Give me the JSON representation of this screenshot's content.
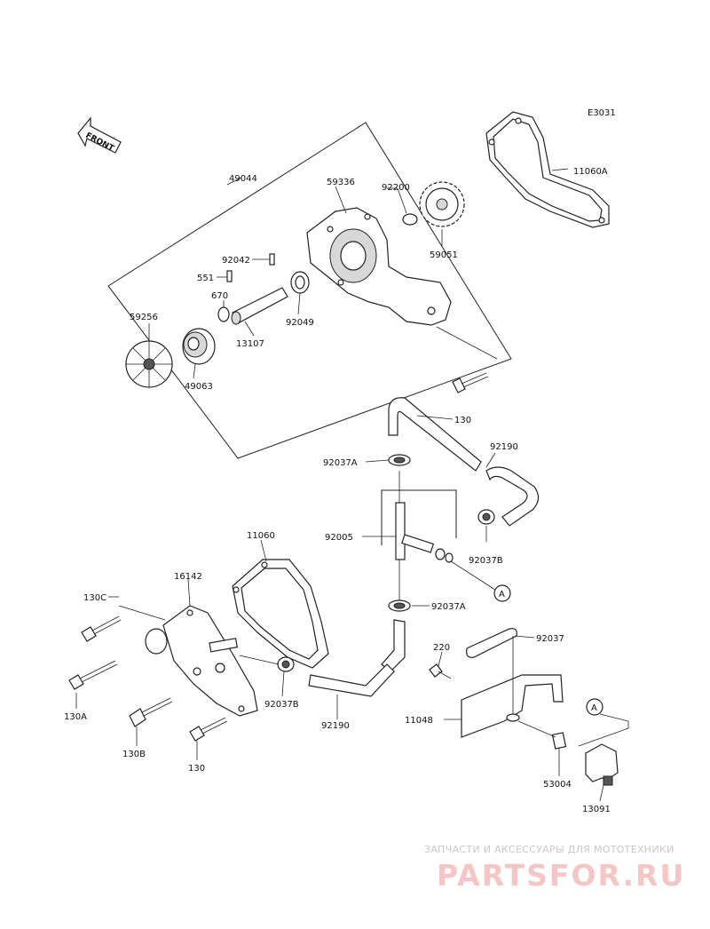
{
  "diagram_code": "E3031",
  "front_label": "FRONT",
  "labels": [
    {
      "id": "49044",
      "text": "49044"
    },
    {
      "id": "59336",
      "text": "59336"
    },
    {
      "id": "92200",
      "text": "92200"
    },
    {
      "id": "59051",
      "text": "59051"
    },
    {
      "id": "11060A",
      "text": "11060A"
    },
    {
      "id": "92042",
      "text": "92042"
    },
    {
      "id": "551",
      "text": "551"
    },
    {
      "id": "670",
      "text": "670"
    },
    {
      "id": "92049",
      "text": "92049"
    },
    {
      "id": "13107",
      "text": "13107"
    },
    {
      "id": "59256",
      "text": "59256"
    },
    {
      "id": "49063",
      "text": "49063"
    },
    {
      "id": "130_top",
      "text": "130"
    },
    {
      "id": "92037A_top",
      "text": "92037A"
    },
    {
      "id": "92190_top",
      "text": "92190"
    },
    {
      "id": "92005",
      "text": "92005"
    },
    {
      "id": "92037B_right",
      "text": "92037B"
    },
    {
      "id": "92037A_bottom",
      "text": "92037A"
    },
    {
      "id": "11060",
      "text": "11060"
    },
    {
      "id": "16142",
      "text": "16142"
    },
    {
      "id": "130C",
      "text": "130C"
    },
    {
      "id": "130A",
      "text": "130A"
    },
    {
      "id": "130B",
      "text": "130B"
    },
    {
      "id": "130_bottom",
      "text": "130"
    },
    {
      "id": "92037B_left",
      "text": "92037B"
    },
    {
      "id": "92190_bottom",
      "text": "92190"
    },
    {
      "id": "220",
      "text": "220"
    },
    {
      "id": "92037",
      "text": "92037"
    },
    {
      "id": "11048",
      "text": "11048"
    },
    {
      "id": "53004",
      "text": "53004"
    },
    {
      "id": "13091",
      "text": "13091"
    }
  ],
  "callout_marker": "A",
  "watermark": {
    "text": "ЗАПЧАСТИ И АКСЕССУАРЫ ДЛЯ МОТОТЕХНИКИ",
    "logo": "PARTSFOR.RU"
  }
}
